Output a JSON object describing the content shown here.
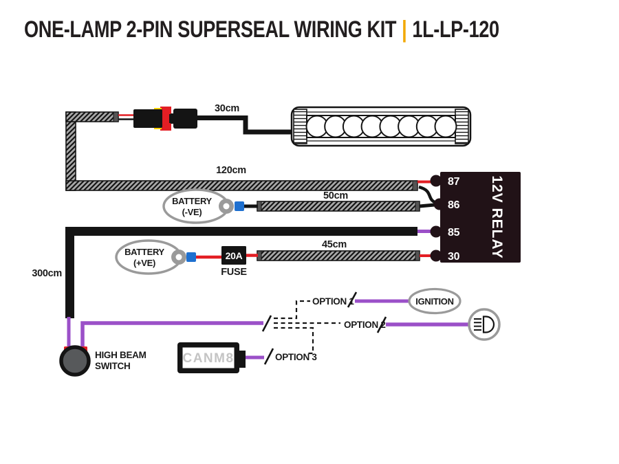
{
  "title": {
    "text": "ONE-LAMP 2-PIN SUPERSEAL WIRING KIT",
    "separator": "|",
    "code": "1L-LP-120"
  },
  "colors": {
    "accent_yellow": "#f2a800",
    "wire_red": "#e31e24",
    "wire_purple": "#9b50c8",
    "wire_black": "#111111",
    "crimp_blue": "#1e70d0",
    "outline_gray": "#9a9a9a",
    "relay_body": "#211217",
    "switch_fill": "#57595b"
  },
  "cables": {
    "lamp_tail": "30cm",
    "main_run": "120cm",
    "battery_negative_run": "50cm",
    "battery_positive_run": "45cm",
    "switch_run": "300cm"
  },
  "lamp": {
    "led_count": 8
  },
  "relay": {
    "title": "12V RELAY",
    "terminals": [
      "87",
      "86",
      "85",
      "30"
    ]
  },
  "batteries": {
    "negative": {
      "line1": "BATTERY",
      "line2": "(-VE)"
    },
    "positive": {
      "line1": "BATTERY",
      "line2": "(+VE)"
    }
  },
  "fuse": {
    "rating": "20A",
    "label": "FUSE"
  },
  "switch": {
    "line1": "HIGH BEAM",
    "line2": "SWITCH"
  },
  "options": [
    {
      "label": "OPTION 1"
    },
    {
      "label": "OPTION 2"
    },
    {
      "label": "OPTION 3"
    }
  ],
  "ignition": "IGNITION",
  "canm8": "CANM8",
  "icons": {
    "high_beam_indicator": "high-beam-indicator-icon"
  }
}
